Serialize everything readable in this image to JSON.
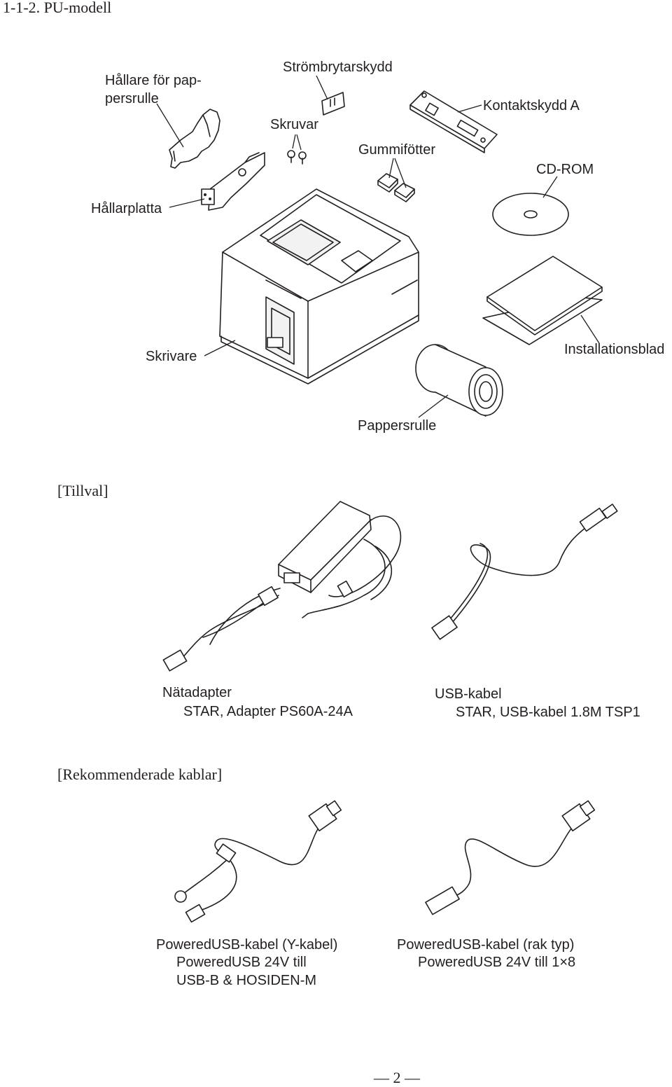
{
  "section_title": "1-1-2. PU-modell",
  "labels": {
    "paper_holder": "Hållare för pap-\npersrulle",
    "switch_cover": "Strömbrytarskydd",
    "screws": "Skruvar",
    "connector_cover": "Kontaktskydd A",
    "rubber_feet": "Gummifötter",
    "cdrom": "CD-ROM",
    "holder_plate": "Hållarplatta",
    "printer": "Skrivare",
    "install_sheet": "Installationsblad",
    "paper_roll": "Pappersrulle"
  },
  "options": {
    "heading": "[Tillval]",
    "ac_adapter_name": "Nätadapter",
    "ac_adapter_model": "STAR, Adapter PS60A-24A",
    "usb_name": "USB-kabel",
    "usb_model": "STAR, USB-kabel 1.8M TSP1"
  },
  "recommended": {
    "heading": "[Rekommenderade kablar]",
    "y_cable_line1": "PoweredUSB-kabel (Y-kabel)",
    "y_cable_line2": "PoweredUSB 24V till",
    "y_cable_line3": "USB-B & HOSIDEN-M",
    "straight_line1": "PoweredUSB-kabel (rak typ)",
    "straight_line2": "PoweredUSB 24V till 1×8"
  },
  "page_number": "2"
}
